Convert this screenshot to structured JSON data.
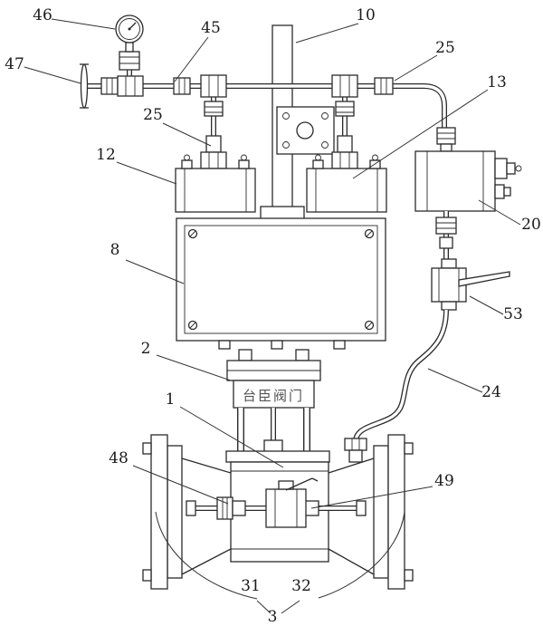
{
  "figure": {
    "watermark": "台臣阀门"
  },
  "labels": {
    "n46": "46",
    "n47": "47",
    "n45": "45",
    "n10": "10",
    "n25_top": "25",
    "n13": "13",
    "n25_left": "25",
    "n12": "12",
    "n20": "20",
    "n8": "8",
    "n53": "53",
    "n2": "2",
    "n24": "24",
    "n1": "1",
    "n48": "48",
    "n49": "49",
    "n31": "31",
    "n32": "32",
    "n3": "3"
  },
  "colors": {
    "line": "#2b2b2b",
    "background": "#ffffff",
    "watermark_text": "#555555"
  }
}
